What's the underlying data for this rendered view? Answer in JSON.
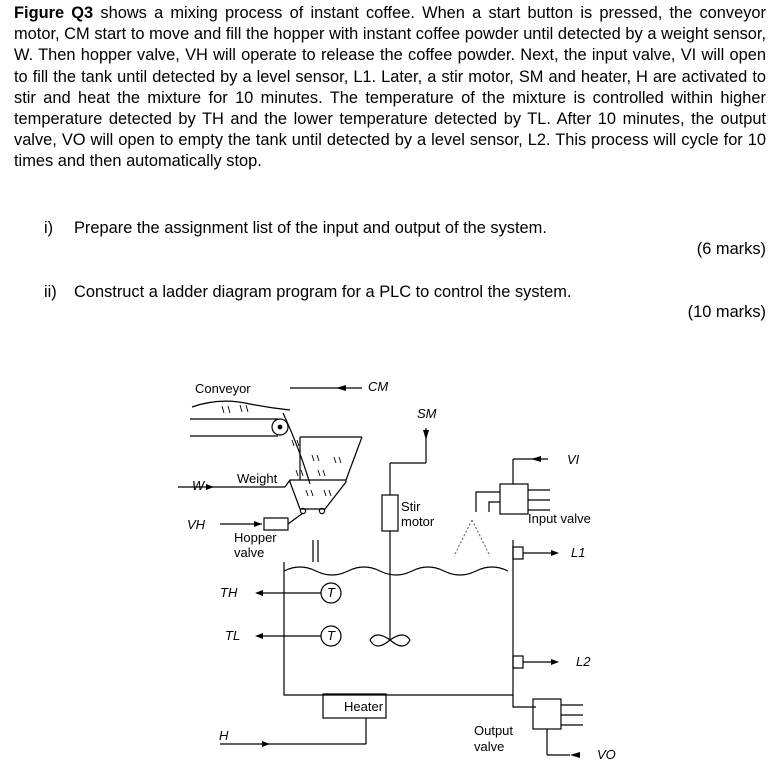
{
  "problem": {
    "figure_ref": "Figure Q3",
    "body": " shows a mixing process of instant coffee. When a start button is pressed, the conveyor motor, CM start to move and fill the hopper with instant coffee powder until detected by a weight sensor, W. Then hopper valve, VH will operate to release the coffee powder. Next, the input valve, VI will open to fill the tank until detected by a level sensor, L1. Later, a stir motor, SM and heater, H are activated to stir and heat the mixture for 10 minutes. The temperature of the mixture is controlled within higher temperature detected by TH and the lower temperature detected by TL. After 10 minutes, the output valve, VO will open to empty the tank until detected by a level sensor, L2. This process will cycle for 10 times and then automatically stop."
  },
  "questions": [
    {
      "number": "i)",
      "text": "Prepare the assignment list of the input and output of the system.",
      "marks": "(6 marks)"
    },
    {
      "number": "ii)",
      "text": "Construct a ladder diagram program for a PLC to control the system.",
      "marks": "(10 marks)"
    }
  ],
  "figure": {
    "labels": {
      "conveyor": "Conveyor",
      "cm": "CM",
      "sm": "SM",
      "vi": "VI",
      "w": "W",
      "weight": "Weight",
      "stir": "Stir",
      "motor": "motor",
      "input_valve": "Input valve",
      "vh": "VH",
      "hopper": "Hopper",
      "valve": "valve",
      "l1": "L1",
      "th": "TH",
      "tl": "TL",
      "t1": "T",
      "t2": "T",
      "l2": "L2",
      "heater": "Heater",
      "h": "H",
      "output": "Output",
      "valve2": "valve",
      "vo": "VO"
    }
  }
}
